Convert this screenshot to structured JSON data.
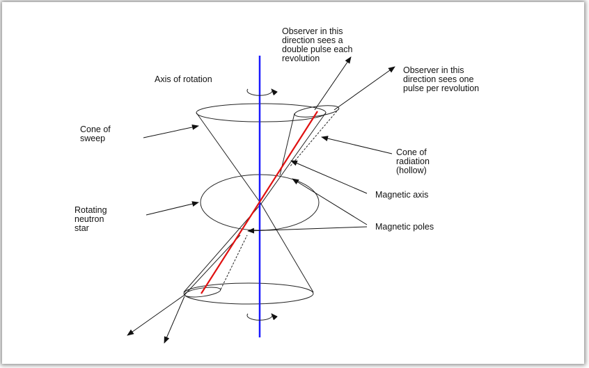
{
  "diagram": {
    "labels": {
      "axis_of_rotation": [
        "Axis of rotation"
      ],
      "observer_double": [
        "Observer in this",
        "direction sees a",
        "double pulse each",
        "revolution"
      ],
      "observer_single": [
        "Observer in this",
        "direction sees one",
        "pulse per revolution"
      ],
      "cone_of_sweep": [
        "Cone of",
        "sweep"
      ],
      "cone_of_radiation": [
        "Cone of",
        "radiation",
        "(hollow)"
      ],
      "magnetic_axis": [
        "Magnetic axis"
      ],
      "rotating_star": [
        "Rotating",
        "neutron",
        "star"
      ],
      "magnetic_poles": [
        "Magnetic poles"
      ]
    },
    "colors": {
      "rotation_axis": "#1a1aff",
      "magnetic_axis": "#e01010",
      "outline": "#222222"
    }
  }
}
